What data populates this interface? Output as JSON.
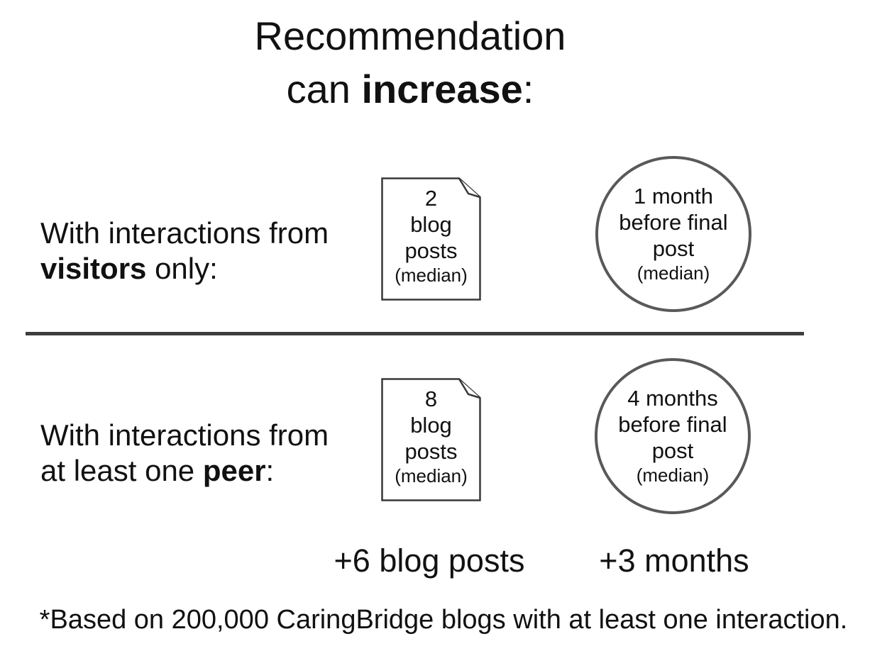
{
  "title": {
    "line1": "Recommendation",
    "line2_prefix": "can ",
    "line2_bold": "increase",
    "line2_suffix": ":"
  },
  "rows": [
    {
      "label_line1": "With interactions from",
      "label_line2_prefix": "",
      "label_line2_bold": "visitors",
      "label_line2_suffix": " only:",
      "doc": {
        "value": "2",
        "unit_line1": "blog",
        "unit_line2": "posts",
        "note": "(median)"
      },
      "circle": {
        "line1": "1 month",
        "line2": "before final",
        "line3": "post",
        "note": "(median)"
      }
    },
    {
      "label_line1": "With interactions from",
      "label_line2_prefix": "at least one ",
      "label_line2_bold": "peer",
      "label_line2_suffix": ":",
      "doc": {
        "value": "8",
        "unit_line1": "blog",
        "unit_line2": "posts",
        "note": "(median)"
      },
      "circle": {
        "line1": "4 months",
        "line2": "before final",
        "line3": "post",
        "note": "(median)"
      }
    }
  ],
  "deltas": {
    "posts": "+6 blog posts",
    "months": "+3 months"
  },
  "footnote": "*Based on 200,000 CaringBridge blogs with at least one interaction.",
  "icons": {
    "document": "document-dog-ear-icon",
    "circle": "clock-duration-circle"
  },
  "colors": {
    "text": "#111111",
    "doc_border": "#383838",
    "circle_border": "#595959",
    "divider": "#3d3d3d"
  }
}
